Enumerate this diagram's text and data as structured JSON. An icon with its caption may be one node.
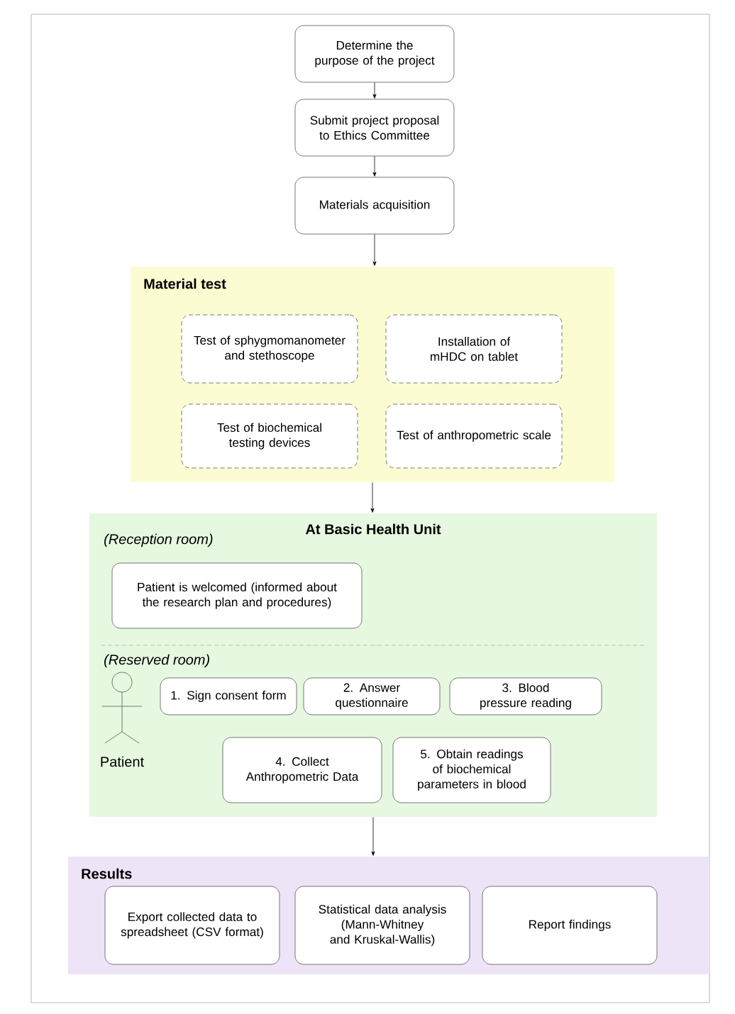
{
  "diagram": {
    "nodes": [
      {
        "text": [
          "Determine the purpose of the project"
        ]
      },
      {
        "text": [
          "Submit project proposal to Ethics Committee"
        ]
      },
      {
        "text": [
          "Materials acquisition"
        ]
      },
      {
        "text": [
          "Material test"
        ]
      },
      {
        "text": [
          "Test of sphygmomanometer and stethoscope"
        ],
        "in": 3
      },
      {
        "text": [
          "Installation of mHDC on tablet"
        ],
        "in": 3
      },
      {
        "text": [
          "Test of biochemical testing devices"
        ],
        "in": 3
      },
      {
        "text": [
          "Test of anthropometric scale"
        ],
        "in": 3
      },
      {
        "text": [
          "At Basic Health Unit"
        ]
      },
      {
        "text": [
          "Patient is welcomed (informed about the research plan and procedures)"
        ],
        "in": 8
      },
      {
        "text": [],
        "shape": "person",
        "in": 8,
        "beside": [
          "Patient"
        ]
      },
      {
        "text": [
          "1. Sign consent form"
        ],
        "in": 8
      },
      {
        "text": [
          "2. Answer questionnaire"
        ],
        "in": 8
      },
      {
        "text": [
          "3. Blood pressure reading"
        ],
        "in": 8
      },
      {
        "text": [
          "4. Collect Anthropometric Data"
        ],
        "in": 8
      },
      {
        "text": [
          "5. Obtain readings of biochemical parameters in blood"
        ],
        "in": 8
      },
      {
        "text": [
          "Results"
        ]
      },
      {
        "text": [
          "Export collected data to spreadsheet (CSV format)"
        ],
        "in": 16
      },
      {
        "text": [
          "Statistical data analysis (Mann-Whitney and Kruskal-Wallis)"
        ],
        "in": 16
      },
      {
        "text": [
          "Report findings"
        ],
        "in": 16
      }
    ],
    "edges": [
      {
        "from": 0,
        "to": 1,
        "arrow": "to"
      },
      {
        "from": 1,
        "to": 2,
        "arrow": "to"
      },
      {
        "from": 2,
        "to": 3,
        "arrow": "to"
      },
      {
        "from": 3,
        "to": 8,
        "arrow": "to"
      },
      {
        "from": 8,
        "to": 16,
        "arrow": "to"
      }
    ],
    "labels": [
      "(Reception room)",
      "(Reserved room)"
    ]
  }
}
